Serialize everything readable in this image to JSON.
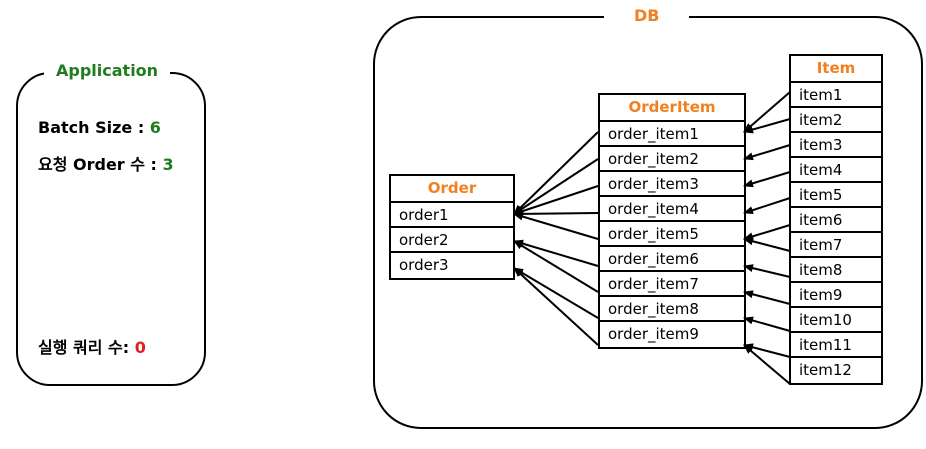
{
  "application": {
    "title": "Application",
    "batch_size_label": "Batch Size : ",
    "batch_size_value": "6",
    "order_count_label": "요청 Order 수 : ",
    "order_count_value": "3",
    "query_count_label": "실행 쿼리 수: ",
    "query_count_value": "0"
  },
  "db": {
    "title": "DB",
    "order_table": {
      "header": "Order",
      "rows": [
        "order1",
        "order2",
        "order3"
      ]
    },
    "order_item_table": {
      "header": "OrderItem",
      "rows": [
        "order_item1",
        "order_item2",
        "order_item3",
        "order_item4",
        "order_item5",
        "order_item6",
        "order_item7",
        "order_item8",
        "order_item9"
      ]
    },
    "item_table": {
      "header": "Item",
      "rows": [
        "item1",
        "item2",
        "item3",
        "item4",
        "item5",
        "item6",
        "item7",
        "item8",
        "item9",
        "item10",
        "item11",
        "item12"
      ]
    }
  },
  "colors": {
    "green": "#1e7d1e",
    "orange": "#f08020",
    "red": "#e02020"
  }
}
